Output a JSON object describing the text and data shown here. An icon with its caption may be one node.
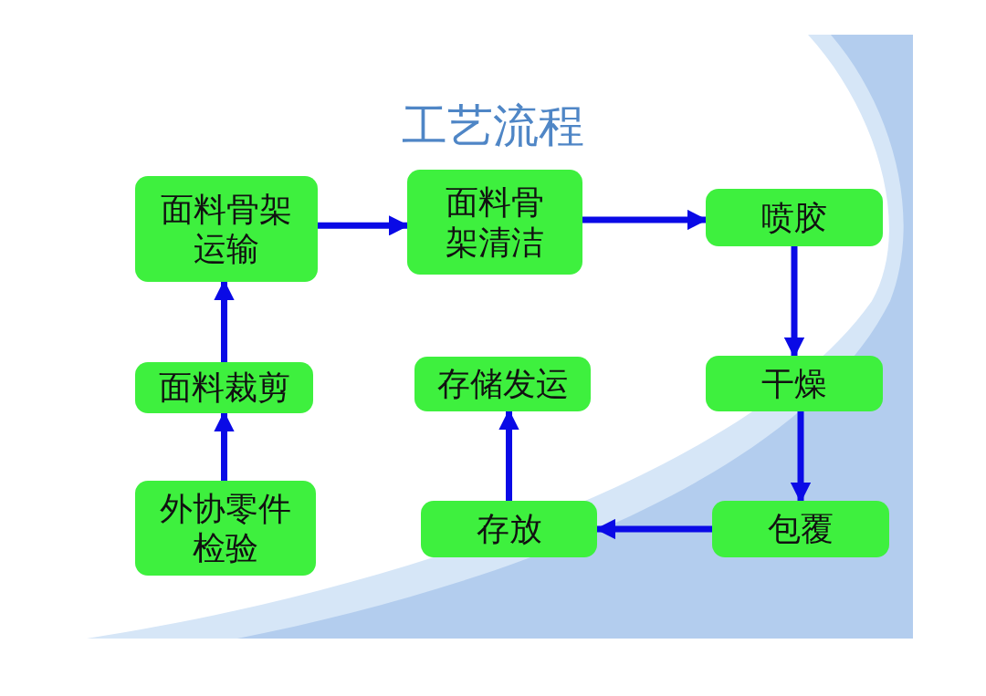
{
  "diagram": {
    "title": "工艺流程",
    "nodes": [
      {
        "text": [
          "面料骨架运输"
        ]
      },
      {
        "text": [
          "面料骨架清洁"
        ]
      },
      {
        "text": [
          "喷胶"
        ]
      },
      {
        "text": [
          "面料裁剪"
        ]
      },
      {
        "text": [
          "存储发运"
        ]
      },
      {
        "text": [
          "干燥"
        ]
      },
      {
        "text": [
          "外协零件检验"
        ]
      },
      {
        "text": [
          "存放"
        ]
      },
      {
        "text": [
          "包覆"
        ]
      }
    ],
    "edges": [
      {
        "from": 6,
        "to": 3,
        "arrow": "to"
      },
      {
        "from": 3,
        "to": 0,
        "arrow": "to"
      },
      {
        "from": 0,
        "to": 1,
        "arrow": "to"
      },
      {
        "from": 1,
        "to": 2,
        "arrow": "to"
      },
      {
        "from": 2,
        "to": 5,
        "arrow": "to"
      },
      {
        "from": 5,
        "to": 8,
        "arrow": "to"
      },
      {
        "from": 8,
        "to": 7,
        "arrow": "to"
      },
      {
        "from": 7,
        "to": 4,
        "arrow": "to"
      }
    ]
  }
}
